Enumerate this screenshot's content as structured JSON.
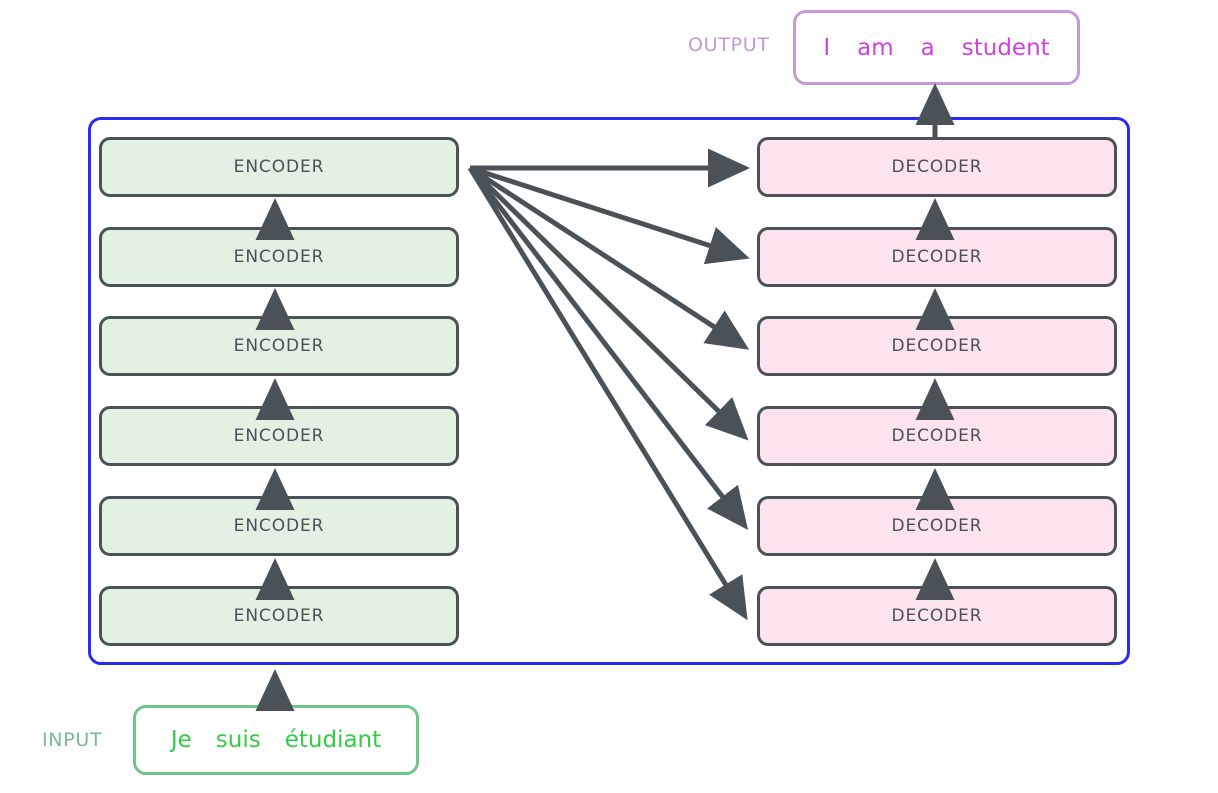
{
  "diagram": {
    "title": "Transformer encoder-decoder stack",
    "colors": {
      "container_border": "#2b2bf5",
      "encoder_fill": "#e3f1e3",
      "decoder_fill": "#fce3ee",
      "box_border": "#4a5258",
      "arrow": "#4a5258",
      "output_border": "#c79ad6",
      "output_text": "#cc44dd",
      "output_tag": "#c19bd0",
      "input_border": "#6ec788",
      "input_text": "#33cc44",
      "input_tag": "#7cb992"
    }
  },
  "output": {
    "tag": "OUTPUT",
    "words": [
      "I",
      "am",
      "a",
      "student"
    ]
  },
  "input": {
    "tag": "INPUT",
    "words": [
      "Je",
      "suis",
      "étudiant"
    ]
  },
  "encoders": {
    "label": "ENCODER",
    "count": 6,
    "items": [
      {
        "label": "ENCODER"
      },
      {
        "label": "ENCODER"
      },
      {
        "label": "ENCODER"
      },
      {
        "label": "ENCODER"
      },
      {
        "label": "ENCODER"
      },
      {
        "label": "ENCODER"
      }
    ]
  },
  "decoders": {
    "label": "DECODER",
    "count": 6,
    "items": [
      {
        "label": "DECODER"
      },
      {
        "label": "DECODER"
      },
      {
        "label": "DECODER"
      },
      {
        "label": "DECODER"
      },
      {
        "label": "DECODER"
      },
      {
        "label": "DECODER"
      }
    ]
  }
}
